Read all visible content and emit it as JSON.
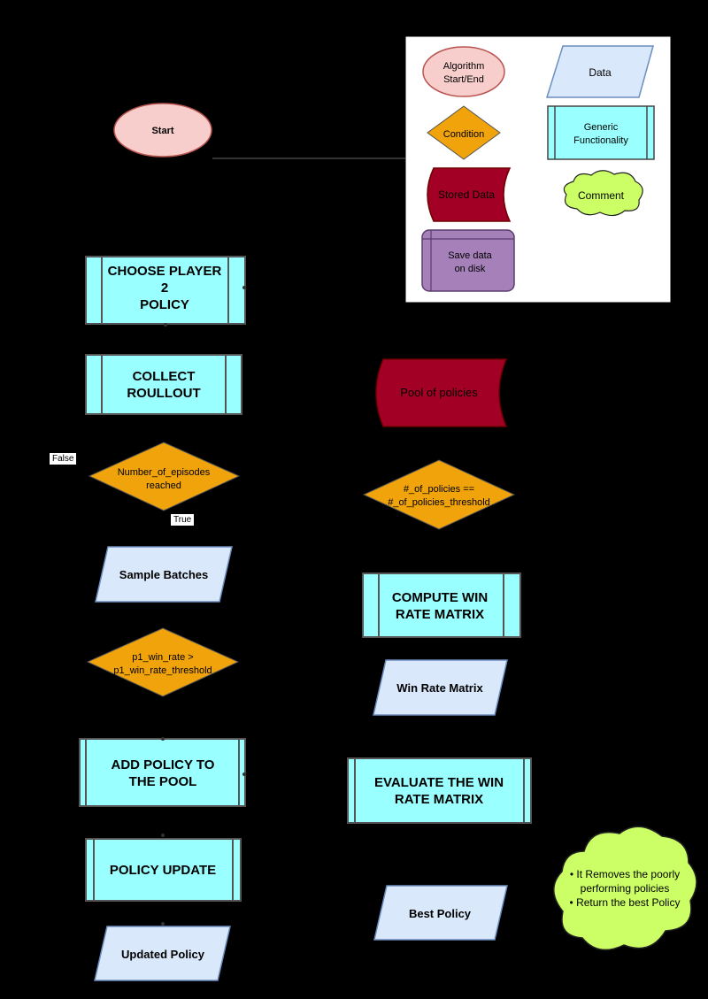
{
  "colors": {
    "background": "#000000",
    "terminator_fill": "#f8cecc",
    "data_fill": "#dae8fc",
    "condition_fill": "#f0a30a",
    "process_fill": "#99ffff",
    "stored_fill": "#a20025",
    "save_fill": "#a680b8",
    "comment_fill": "#ccff66"
  },
  "legend": {
    "algorithm": [
      "Algorithm",
      "Start/End"
    ],
    "data": "Data",
    "condition": "Condition",
    "generic": [
      "Generic",
      "Functionality"
    ],
    "stored": "Stored Data",
    "comment": "Comment",
    "save": [
      "Save data",
      "on disk"
    ]
  },
  "nodes": {
    "start": "Start",
    "choose_player": [
      "CHOOSE PLAYER",
      "2",
      "POLICY"
    ],
    "collect_rollout": [
      "COLLECT",
      "ROULLOUT"
    ],
    "episodes_condition": [
      "Number_of_episodes",
      "reached"
    ],
    "label_false": "False",
    "label_true": "True",
    "sample_batches": "Sample Batches",
    "winrate_condition": [
      "p1_win_rate >",
      "p1_win_rate_threshold"
    ],
    "add_policy": [
      "ADD POLICY TO",
      "THE POOL"
    ],
    "policy_update": "POLICY UPDATE",
    "updated_policy": "Updated Policy",
    "pool_of_policies": "Pool of policies",
    "policies_condition": [
      "#_of_policies ==",
      "#_of_policies_threshold"
    ],
    "compute_matrix": [
      "COMPUTE WIN",
      "RATE MATRIX"
    ],
    "win_rate_matrix": "Win Rate Matrix",
    "evaluate_matrix": [
      "EVALUATE THE WIN",
      "RATE MATRIX"
    ],
    "best_policy": "Best Policy",
    "comment_lines": [
      "• It Removes the poorly",
      "performing policies",
      "• Return the best Policy"
    ]
  }
}
